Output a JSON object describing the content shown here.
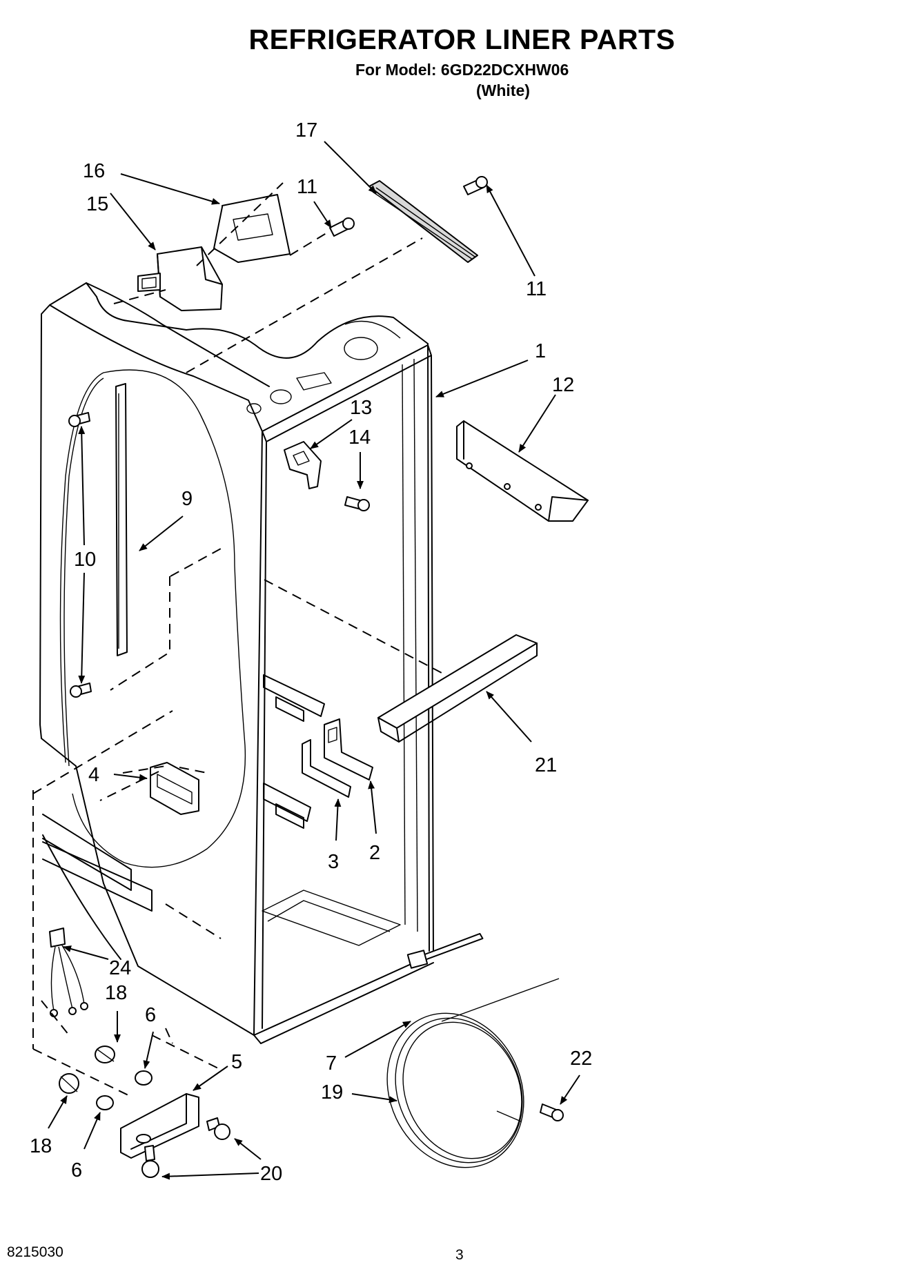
{
  "header": {
    "title": "REFRIGERATOR LINER PARTS",
    "model_line": "For Model: 6GD22DCXHW06",
    "color_note": "(White)"
  },
  "footer": {
    "doc_number": "8215030",
    "page_number": "3"
  },
  "callouts": {
    "c1": "1",
    "c2": "2",
    "c3": "3",
    "c4": "4",
    "c5": "5",
    "c6a": "6",
    "c6b": "6",
    "c7": "7",
    "c9": "9",
    "c10": "10",
    "c11a": "11",
    "c11b": "11",
    "c12": "12",
    "c13": "13",
    "c14": "14",
    "c15": "15",
    "c16": "16",
    "c17": "17",
    "c18a": "18",
    "c18b": "18",
    "c19": "19",
    "c20": "20",
    "c21": "21",
    "c22": "22",
    "c24": "24"
  }
}
